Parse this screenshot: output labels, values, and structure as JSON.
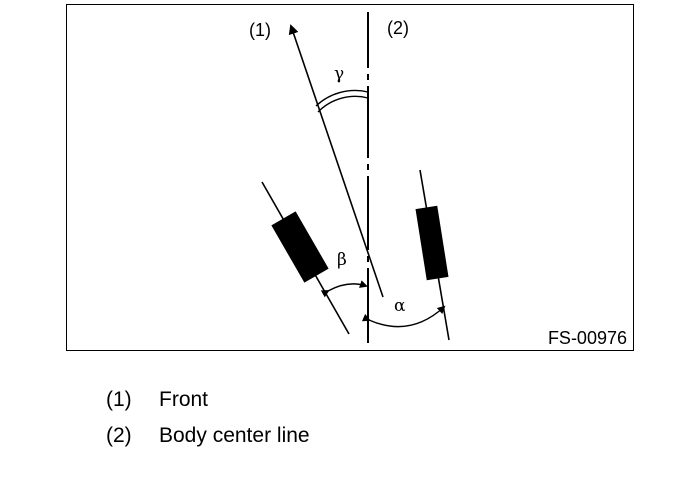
{
  "diagram": {
    "callouts": {
      "front": "(1)",
      "body_center_line": "(2)"
    },
    "angles": {
      "gamma": "γ",
      "beta": "β",
      "alpha": "α"
    },
    "figure_id": "FS-00976"
  },
  "legend": {
    "items": [
      {
        "number": "(1)",
        "text": "Front"
      },
      {
        "number": "(2)",
        "text": "Body center line"
      }
    ]
  }
}
